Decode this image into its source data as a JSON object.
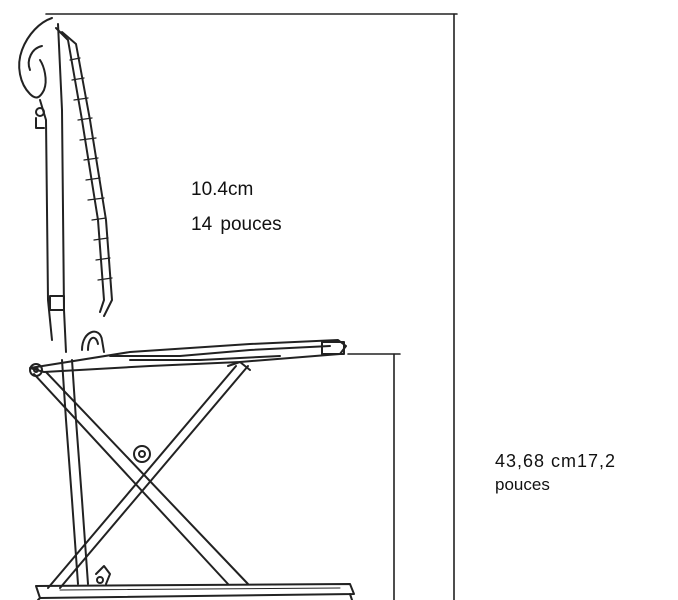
{
  "dimensions": {
    "total_height": {
      "metric": "10.4cm",
      "imperial": "14 pouces"
    },
    "seat_height": {
      "metric": "43,68 cm17,2",
      "imperial": "pouces"
    }
  },
  "colors": {
    "line": "#222222",
    "background": "#ffffff"
  }
}
